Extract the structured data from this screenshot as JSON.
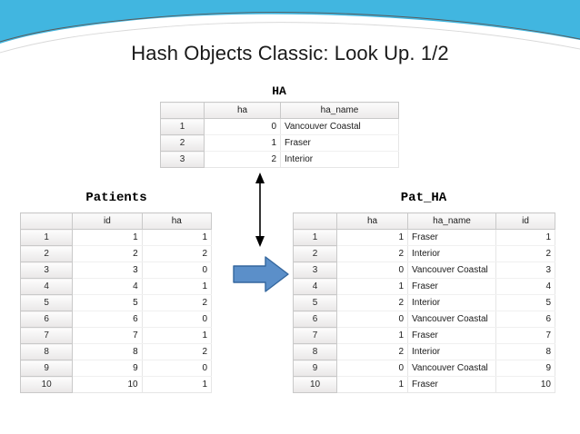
{
  "slide": {
    "title": "Hash Objects Classic: Look Up. 1/2",
    "banner_color": "#41b6e0",
    "banner_line_color": "#5a5a5a",
    "background": "#ffffff"
  },
  "arrows": {
    "vertical_double": "double-headed-vertical-arrow",
    "block_right": "blue-block-right-arrow",
    "block_arrow_fill": "#5b8fc9",
    "block_arrow_stroke": "#34679e"
  },
  "tables": {
    "ha": {
      "caption": "HA",
      "columns": [
        "",
        "ha",
        "ha_name"
      ],
      "rows": [
        {
          "n": "1",
          "ha": "0",
          "ha_name": "Vancouver Coastal"
        },
        {
          "n": "2",
          "ha": "1",
          "ha_name": "Fraser"
        },
        {
          "n": "3",
          "ha": "2",
          "ha_name": "Interior"
        }
      ]
    },
    "patients": {
      "caption": "Patients",
      "columns": [
        "",
        "id",
        "ha"
      ],
      "rows": [
        {
          "n": "1",
          "id": "1",
          "ha": "1"
        },
        {
          "n": "2",
          "id": "2",
          "ha": "2"
        },
        {
          "n": "3",
          "id": "3",
          "ha": "0"
        },
        {
          "n": "4",
          "id": "4",
          "ha": "1"
        },
        {
          "n": "5",
          "id": "5",
          "ha": "2"
        },
        {
          "n": "6",
          "id": "6",
          "ha": "0"
        },
        {
          "n": "7",
          "id": "7",
          "ha": "1"
        },
        {
          "n": "8",
          "id": "8",
          "ha": "2"
        },
        {
          "n": "9",
          "id": "9",
          "ha": "0"
        },
        {
          "n": "10",
          "id": "10",
          "ha": "1"
        }
      ]
    },
    "pat_ha": {
      "caption": "Pat_HA",
      "columns": [
        "",
        "ha",
        "ha_name",
        "id"
      ],
      "rows": [
        {
          "n": "1",
          "ha": "1",
          "ha_name": "Fraser",
          "id": "1"
        },
        {
          "n": "2",
          "ha": "2",
          "ha_name": "Interior",
          "id": "2"
        },
        {
          "n": "3",
          "ha": "0",
          "ha_name": "Vancouver Coastal",
          "id": "3"
        },
        {
          "n": "4",
          "ha": "1",
          "ha_name": "Fraser",
          "id": "4"
        },
        {
          "n": "5",
          "ha": "2",
          "ha_name": "Interior",
          "id": "5"
        },
        {
          "n": "6",
          "ha": "0",
          "ha_name": "Vancouver Coastal",
          "id": "6"
        },
        {
          "n": "7",
          "ha": "1",
          "ha_name": "Fraser",
          "id": "7"
        },
        {
          "n": "8",
          "ha": "2",
          "ha_name": "Interior",
          "id": "8"
        },
        {
          "n": "9",
          "ha": "0",
          "ha_name": "Vancouver Coastal",
          "id": "9"
        },
        {
          "n": "10",
          "ha": "1",
          "ha_name": "Fraser",
          "id": "10"
        }
      ]
    }
  }
}
